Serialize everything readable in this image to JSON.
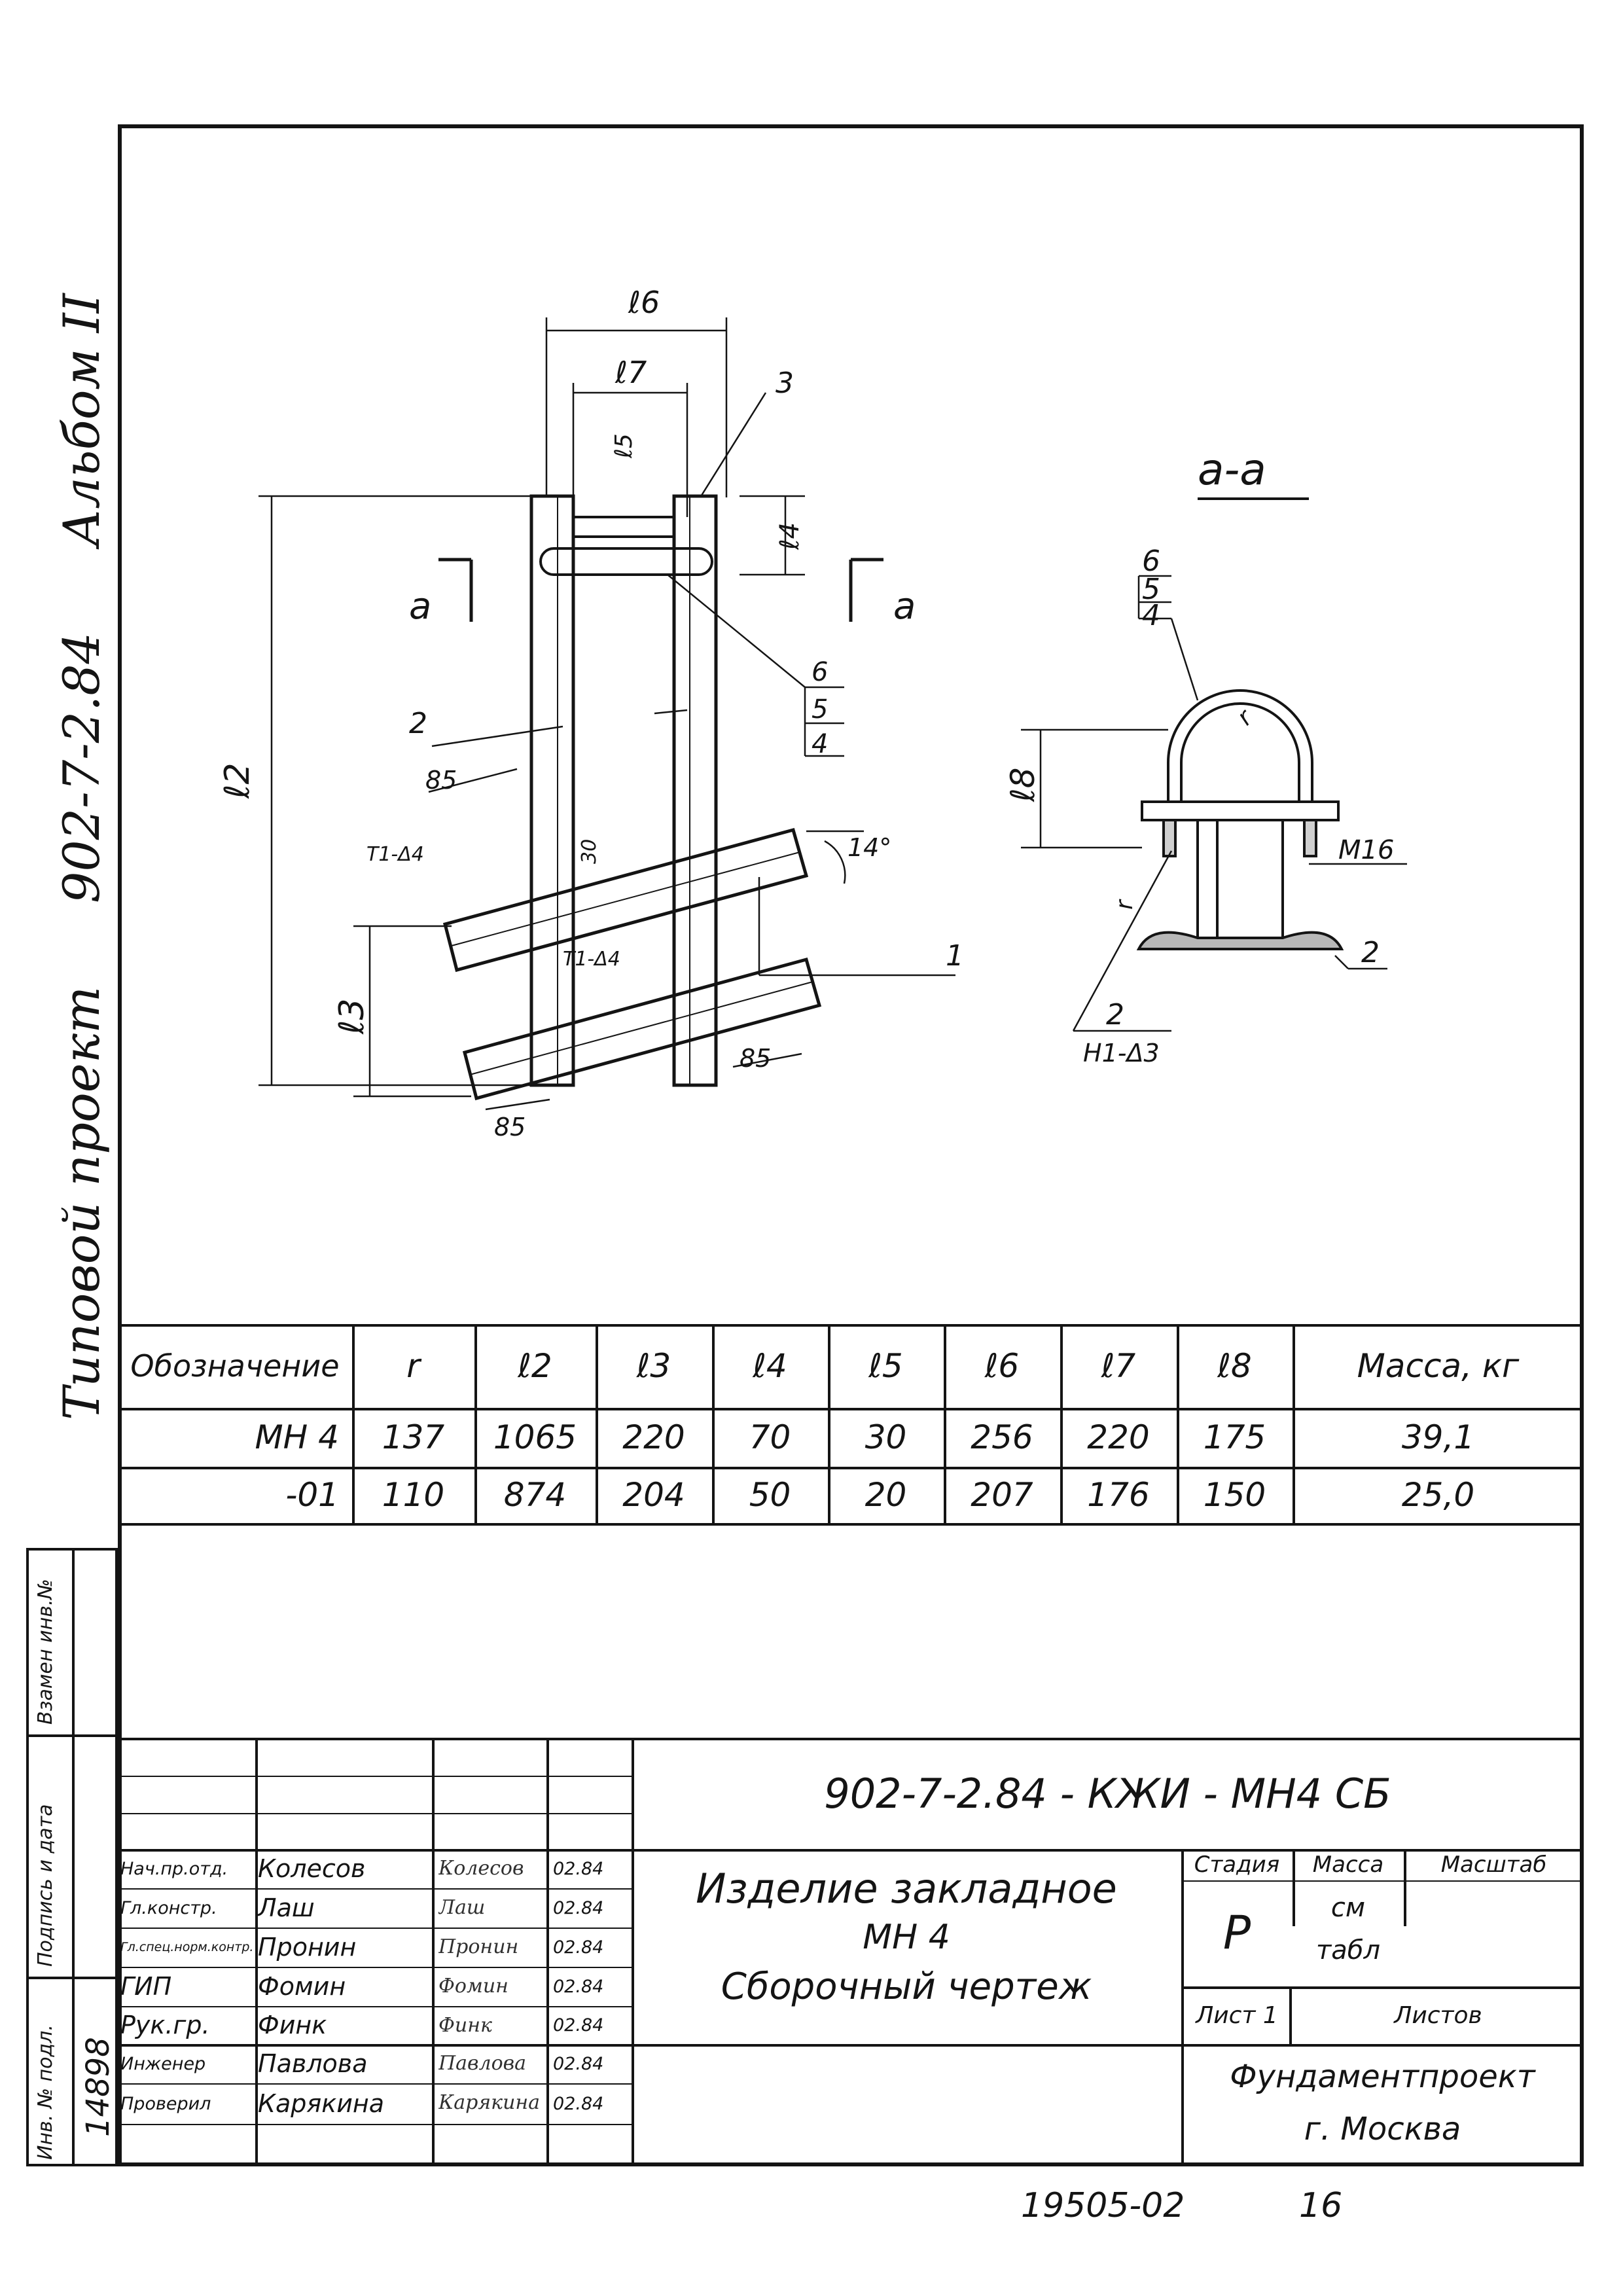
{
  "side": {
    "album": "Альбом II",
    "project_code": "902-7-2.84",
    "project_type": "Типовой проект"
  },
  "drawing": {
    "dims": [
      "ℓ6",
      "ℓ7",
      "ℓ5",
      "ℓ4",
      "ℓ2",
      "ℓ3",
      "85",
      "85",
      "85",
      "30",
      "14°",
      "ℓ8",
      "r",
      "r",
      "M16"
    ],
    "callouts": [
      "3",
      "2",
      "1",
      "6",
      "5",
      "4",
      "Т1-Δ4",
      "Т1-Δ4",
      "а",
      "а"
    ],
    "section_title": "а-а",
    "section_callouts": [
      "6",
      "5",
      "4",
      "2",
      "Н1-Δ3",
      "2"
    ]
  },
  "table": {
    "headers": [
      "Обозначение",
      "r",
      "ℓ2",
      "ℓ3",
      "ℓ4",
      "ℓ5",
      "ℓ6",
      "ℓ7",
      "ℓ8",
      "Масса, кг"
    ],
    "rows": [
      [
        "МН 4",
        "137",
        "1065",
        "220",
        "70",
        "30",
        "256",
        "220",
        "175",
        "39,1"
      ],
      [
        "-01",
        "110",
        "874",
        "204",
        "50",
        "20",
        "207",
        "176",
        "150",
        "25,0"
      ]
    ]
  },
  "left_strip": {
    "labels": [
      "Взамен инв.№",
      "Подпись и дата",
      "Инв. № подл."
    ],
    "inv_number": "14898"
  },
  "title_block": {
    "code": "902-7-2.84 - КЖИ - МН4 СБ",
    "name_line1": "Изделие закладное",
    "name_line2": "МН 4",
    "name_line3": "Сборочный чертеж",
    "stage_label": "Стадия",
    "mass_label": "Масса",
    "scale_label": "Масштаб",
    "stage": "Р",
    "mass_value_1": "см",
    "mass_value_2": "табл",
    "sheet_label": "Лист 1",
    "sheets_label": "Листов",
    "org_line1": "Фундаментпроект",
    "org_line2": "г. Москва",
    "staff": [
      {
        "role": "Нач.пр.отд.",
        "name": "Колесов",
        "sign": "Колесов",
        "date": "02.84"
      },
      {
        "role": "Гл.констр.",
        "name": "Лаш",
        "sign": "Лаш",
        "date": "02.84"
      },
      {
        "role": "Гл.спец.норм.контр.",
        "name": "Пронин",
        "sign": "Пронин",
        "date": "02.84"
      },
      {
        "role": "ГИП",
        "name": "Фомин",
        "sign": "Фомин",
        "date": "02.84"
      },
      {
        "role": "Рук.гр.",
        "name": "Финк",
        "sign": "Финк",
        "date": "02.84"
      },
      {
        "role": "Инженер",
        "name": "Павлова",
        "sign": "Павлова",
        "date": "02.84"
      },
      {
        "role": "Проверил",
        "name": "Карякина",
        "sign": "Карякина",
        "date": "02.84"
      }
    ]
  },
  "footer": {
    "number": "19505-02",
    "page": "16"
  }
}
